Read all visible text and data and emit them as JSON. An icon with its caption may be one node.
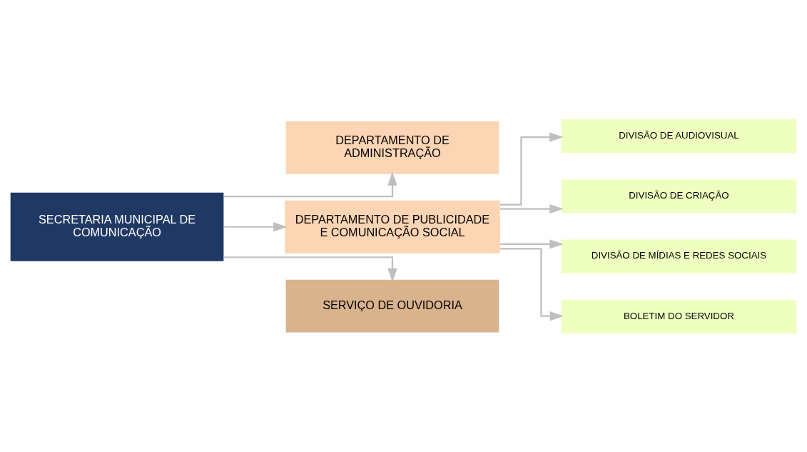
{
  "diagram": {
    "nodes": [
      {
        "text": [
          "SECRETARIA MUNICIPAL DE COMUNICAÇÃO"
        ]
      },
      {
        "text": [
          "DEPARTAMENTO DE ADMINISTRAÇÃO"
        ]
      },
      {
        "text": [
          "DEPARTAMENTO DE PUBLICIDADE E COMUNICAÇÃO SOCIAL"
        ]
      },
      {
        "text": [
          "SERVIÇO DE OUVIDORIA"
        ]
      },
      {
        "text": [
          "DIVISÃO DE AUDIOVISUAL"
        ]
      },
      {
        "text": [
          "DIVISÃO DE CRIAÇÃO"
        ]
      },
      {
        "text": [
          "DIVISÃO DE MÍDIAS E REDES SOCIAIS"
        ]
      },
      {
        "text": [
          "BOLETIM DO SERVIDOR"
        ]
      }
    ],
    "edges": [
      {
        "from": 0,
        "to": 1,
        "arrow": "to"
      },
      {
        "from": 0,
        "to": 2,
        "arrow": "to"
      },
      {
        "from": 0,
        "to": 3,
        "arrow": "to"
      },
      {
        "from": 2,
        "to": 4,
        "arrow": "to"
      },
      {
        "from": 2,
        "to": 5,
        "arrow": "to"
      },
      {
        "from": 2,
        "to": 6,
        "arrow": "to"
      },
      {
        "from": 2,
        "to": 7,
        "arrow": "to"
      }
    ]
  }
}
